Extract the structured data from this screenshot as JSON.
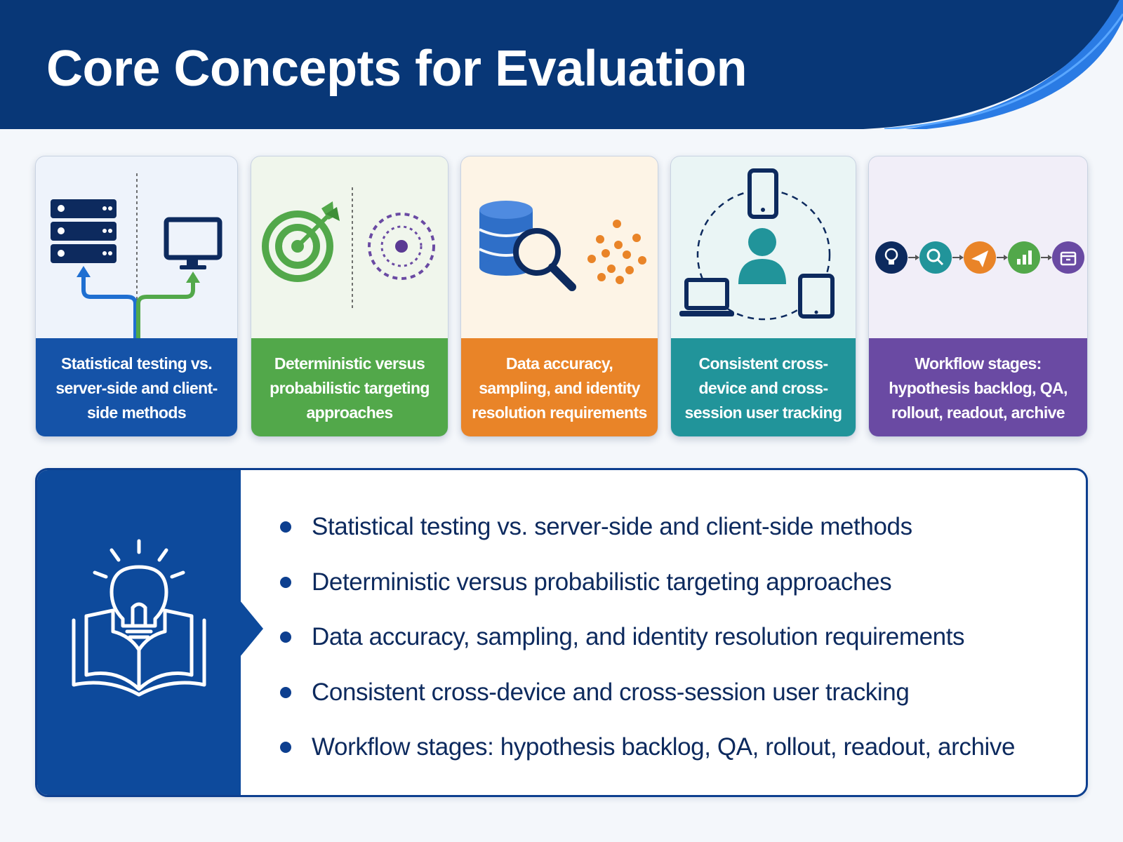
{
  "header": {
    "title": "Core Concepts for Evaluation"
  },
  "colors": {
    "header_bg": "#083777",
    "blue": "#1553a8",
    "green": "#52a84a",
    "orange": "#e98428",
    "teal": "#21949a",
    "purple": "#6a4aa3",
    "navy": "#0d3f8f"
  },
  "cards": [
    {
      "caption": "Statistical testing vs. server-side and client-side methods",
      "icons": [
        "server-icon",
        "monitor-icon",
        "branching-arrows-icon"
      ]
    },
    {
      "caption": "Deterministic versus probabilistic targeting approaches",
      "icons": [
        "target-arrow-icon",
        "dotted-circles-icon"
      ]
    },
    {
      "caption": "Data accuracy, sampling, and identity resolution requirements",
      "icons": [
        "database-icon",
        "magnifier-icon",
        "scatter-dots-icon"
      ]
    },
    {
      "caption": "Consistent cross-device and cross-session user tracking",
      "icons": [
        "phone-icon",
        "user-icon",
        "laptop-icon",
        "tablet-icon"
      ]
    },
    {
      "caption": "Workflow stages: hypothesis backlog, QA, rollout, readout, archive",
      "icons": [
        "lightbulb-icon",
        "search-icon",
        "paper-plane-icon",
        "bar-chart-icon",
        "archive-box-icon"
      ]
    }
  ],
  "summary": {
    "icon": "book-lightbulb-icon",
    "items": [
      "Statistical testing vs. server-side and client-side methods",
      "Deterministic versus probabilistic targeting approaches",
      "Data accuracy, sampling, and identity resolution requirements",
      "Consistent cross-device and cross-session user tracking",
      "Workflow stages: hypothesis backlog, QA, rollout, readout, archive"
    ]
  }
}
